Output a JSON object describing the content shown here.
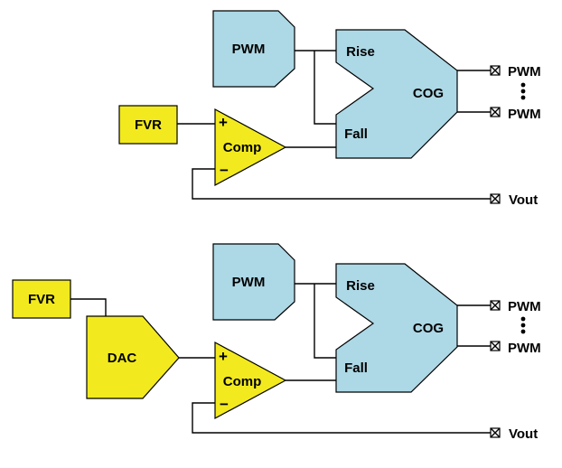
{
  "colors": {
    "block_blue": "#ADD8E6",
    "block_yellow": "#F2EA1E",
    "wire": "#000000",
    "background": "#FFFFFF"
  },
  "top_circuit": {
    "fvr_label": "FVR",
    "comp_label": "Comp",
    "comp_plus": "+",
    "comp_minus": "−",
    "pwm_label": "PWM",
    "cog_label": "COG",
    "cog_rise_label": "Rise",
    "cog_fall_label": "Fall",
    "out_pwm_1": "PWM",
    "out_pwm_2": "PWM",
    "vout_label": "Vout"
  },
  "bottom_circuit": {
    "fvr_label": "FVR",
    "dac_label": "DAC",
    "comp_label": "Comp",
    "comp_plus": "+",
    "comp_minus": "−",
    "pwm_label": "PWM",
    "cog_label": "COG",
    "cog_rise_label": "Rise",
    "cog_fall_label": "Fall",
    "out_pwm_1": "PWM",
    "out_pwm_2": "PWM",
    "vout_label": "Vout"
  }
}
